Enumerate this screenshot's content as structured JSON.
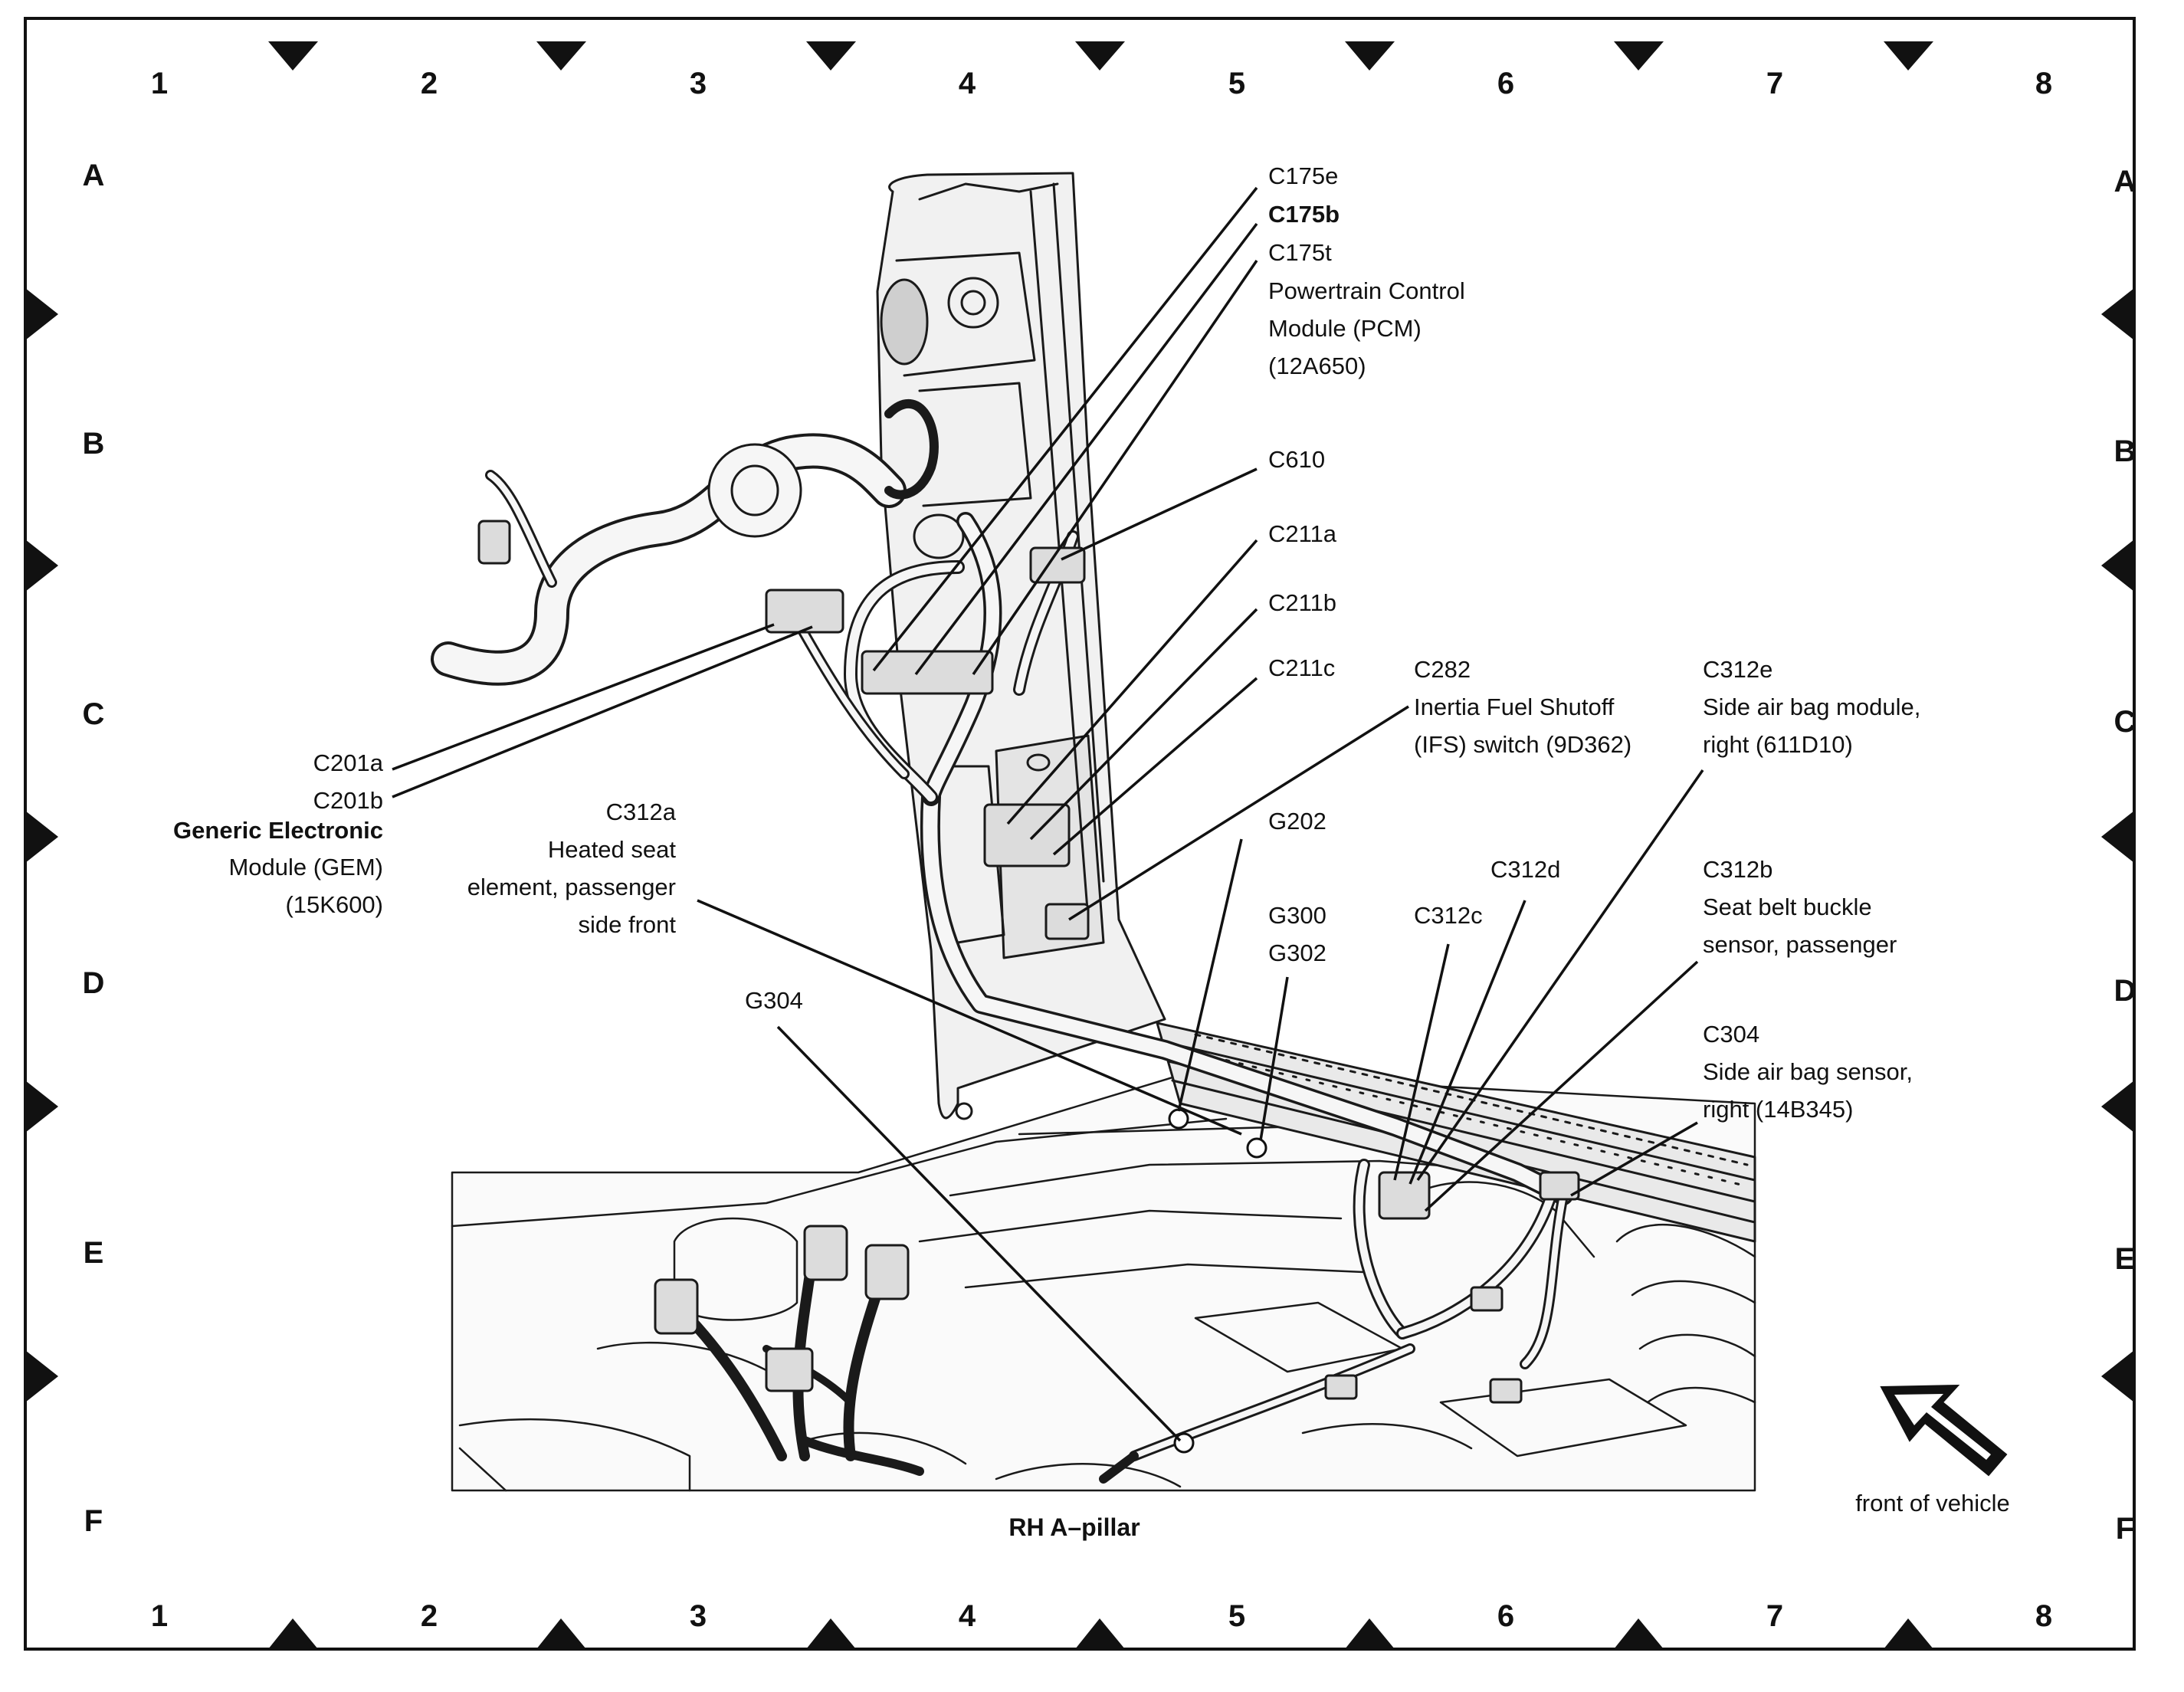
{
  "diagram": {
    "caption": "RH A–pillar",
    "front_label": "front of vehicle",
    "grid": {
      "columns": [
        "1",
        "2",
        "3",
        "4",
        "5",
        "6",
        "7",
        "8"
      ],
      "rows": [
        "A",
        "B",
        "C",
        "D",
        "E",
        "F"
      ]
    },
    "labels": {
      "c175e": "C175e",
      "c175b": "C175b",
      "c175t": "C175t",
      "pcm_1": "Powertrain Control",
      "pcm_2": "Module (PCM)",
      "pcm_3": "(12A650)",
      "c610": "C610",
      "c211a": "C211a",
      "c211b": "C211b",
      "c211c": "C211c",
      "c282": "C282",
      "ifs_1": "Inertia Fuel Shutoff",
      "ifs_2": "(IFS) switch (9D362)",
      "c312e": "C312e",
      "sab_1": "Side air bag module,",
      "sab_2": "right (611D10)",
      "c201a": "C201a",
      "c201b": "C201b",
      "gem_1": "Generic Electronic",
      "gem_2": "Module (GEM)",
      "gem_3": "(15K600)",
      "c312a": "C312a",
      "hs_1": "Heated seat",
      "hs_2": "element, passenger",
      "hs_3": "side front",
      "g202": "G202",
      "c312d": "C312d",
      "c312b": "C312b",
      "sbb_1": "Seat belt buckle",
      "sbb_2": "sensor, passenger",
      "g300": "G300",
      "g302": "G302",
      "c312c": "C312c",
      "g304": "G304",
      "c304": "C304",
      "sas_1": "Side air bag sensor,",
      "sas_2": "right (14B345)"
    }
  }
}
